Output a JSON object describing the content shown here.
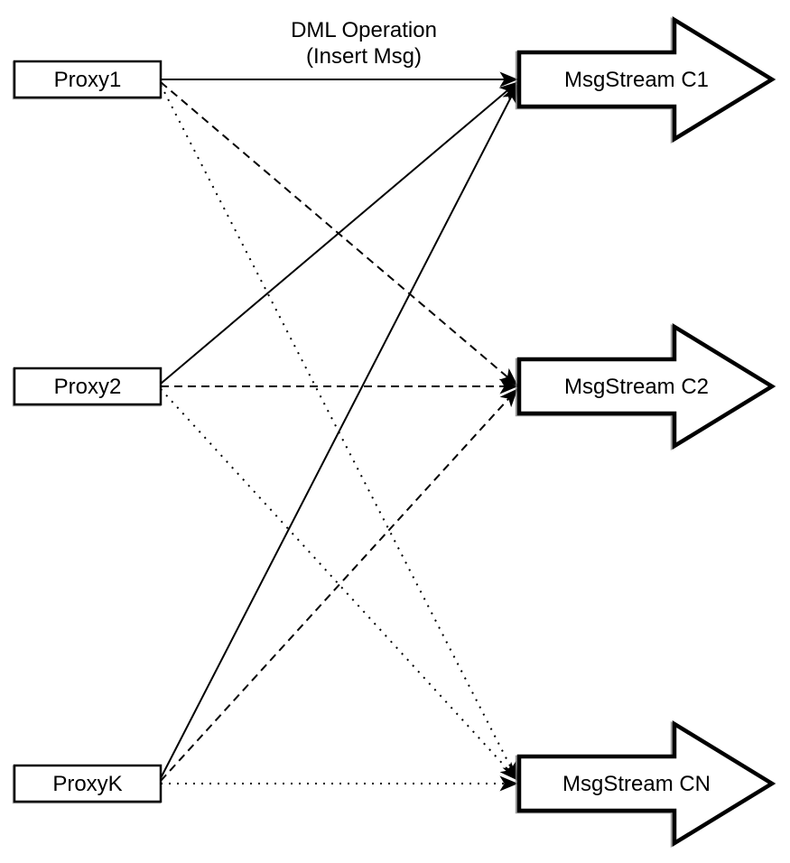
{
  "diagram": {
    "description": "Proxies publishing DML insert messages into message stream channels",
    "colors": {
      "ink": "#000000",
      "shape_fill": "#ffffff",
      "shadow": "#828282",
      "background": "#ffffff"
    },
    "title": {
      "line1": "DML Operation",
      "line2": "(Insert Msg)"
    },
    "proxies": [
      {
        "label": "Proxy1"
      },
      {
        "label": "Proxy2"
      },
      {
        "label": "ProxyK"
      }
    ],
    "streams": [
      {
        "label": "MsgStream C1"
      },
      {
        "label": "MsgStream C2"
      },
      {
        "label": "MsgStream CN"
      }
    ],
    "edges": [
      {
        "from": "Proxy1",
        "to": "MsgStream C1",
        "style": "solid",
        "arrowhead": "filled-triangle"
      },
      {
        "from": "Proxy1",
        "to": "MsgStream C2",
        "style": "dashed",
        "arrowhead": "filled-triangle"
      },
      {
        "from": "Proxy1",
        "to": "MsgStream CN",
        "style": "dotted",
        "arrowhead": "filled-triangle"
      },
      {
        "from": "Proxy2",
        "to": "MsgStream C1",
        "style": "solid",
        "arrowhead": "filled-triangle"
      },
      {
        "from": "Proxy2",
        "to": "MsgStream C2",
        "style": "dashed",
        "arrowhead": "filled-triangle"
      },
      {
        "from": "Proxy2",
        "to": "MsgStream CN",
        "style": "dotted",
        "arrowhead": "filled-triangle"
      },
      {
        "from": "ProxyK",
        "to": "MsgStream C1",
        "style": "solid",
        "arrowhead": "filled-triangle"
      },
      {
        "from": "ProxyK",
        "to": "MsgStream C2",
        "style": "dashed",
        "arrowhead": "filled-triangle"
      },
      {
        "from": "ProxyK",
        "to": "MsgStream CN",
        "style": "dotted",
        "arrowhead": "filled-triangle"
      }
    ]
  }
}
